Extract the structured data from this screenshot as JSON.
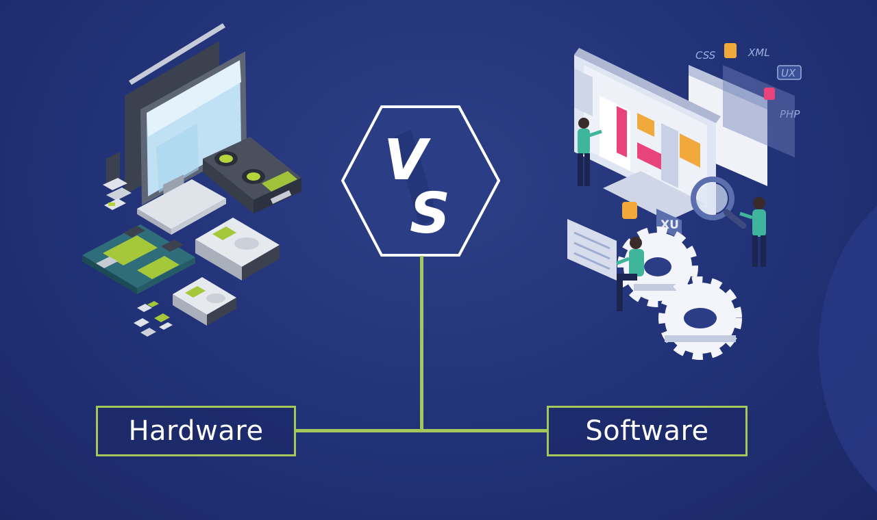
{
  "center": {
    "vs_top": "V",
    "vs_bottom": "S"
  },
  "left": {
    "label": "Hardware"
  },
  "right": {
    "label": "Software",
    "tags": [
      "CSS",
      "XML",
      "UX",
      "PHP",
      "XU"
    ]
  },
  "colors": {
    "background": "#23347a",
    "accent_green": "#a4c85a",
    "hex_fill": "#2b3d85",
    "text": "#ffffff"
  },
  "icons": [
    "computer-monitor-icon",
    "graphics-card-icon",
    "motherboard-icon",
    "hard-drive-icon",
    "gear-icon",
    "person-icon",
    "magnifier-icon"
  ]
}
